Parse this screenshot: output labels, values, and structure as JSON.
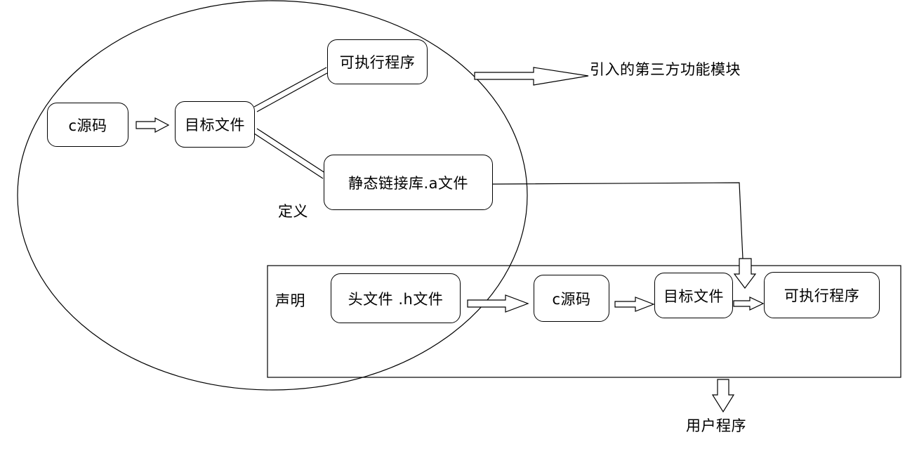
{
  "nodes": {
    "c_source_top": "c源码",
    "object_file_top": "目标文件",
    "executable_top": "可执行程序",
    "static_lib": "静态链接库.a文件",
    "header_file": "头文件 .h文件",
    "c_source_bottom": "c源码",
    "object_file_bottom": "目标文件",
    "executable_bottom": "可执行程序"
  },
  "labels": {
    "third_party": "引入的第三方功能模块",
    "definition": "定义",
    "declaration": "声明",
    "user_program": "用户程序"
  }
}
